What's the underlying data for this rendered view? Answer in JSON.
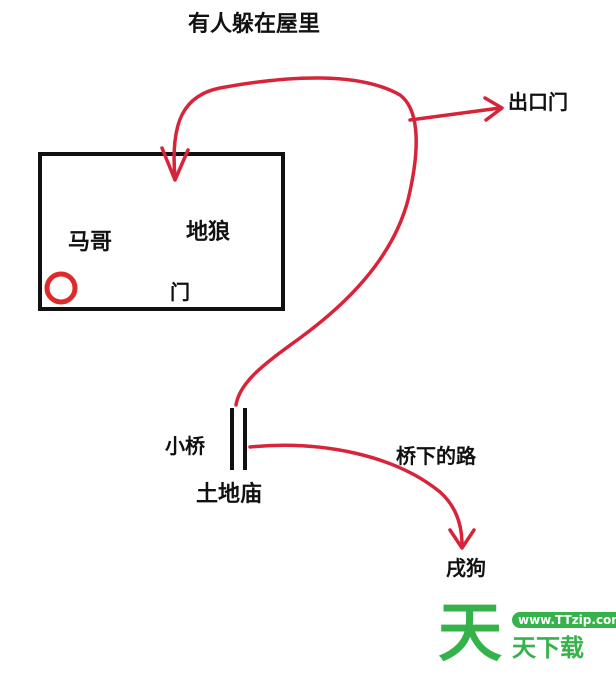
{
  "title": "有人躲在屋里",
  "labels": {
    "exit": "出口门",
    "mage": "马哥",
    "wolf": "地狼",
    "door": "门",
    "bridge": "小桥",
    "temple": "土地庙",
    "under_bridge_road": "桥下的路",
    "dog": "戌狗"
  },
  "watermark": {
    "url": "www.TTzip.com",
    "logo_char": "天",
    "text": "天下载"
  },
  "colors": {
    "path": "#d8243a",
    "marker": "#e02a2a",
    "ink": "#111111",
    "watermark_green": "#35b24a"
  },
  "icons": {
    "marker": "circle-marker-icon",
    "bridge": "bridge-lines-icon"
  }
}
